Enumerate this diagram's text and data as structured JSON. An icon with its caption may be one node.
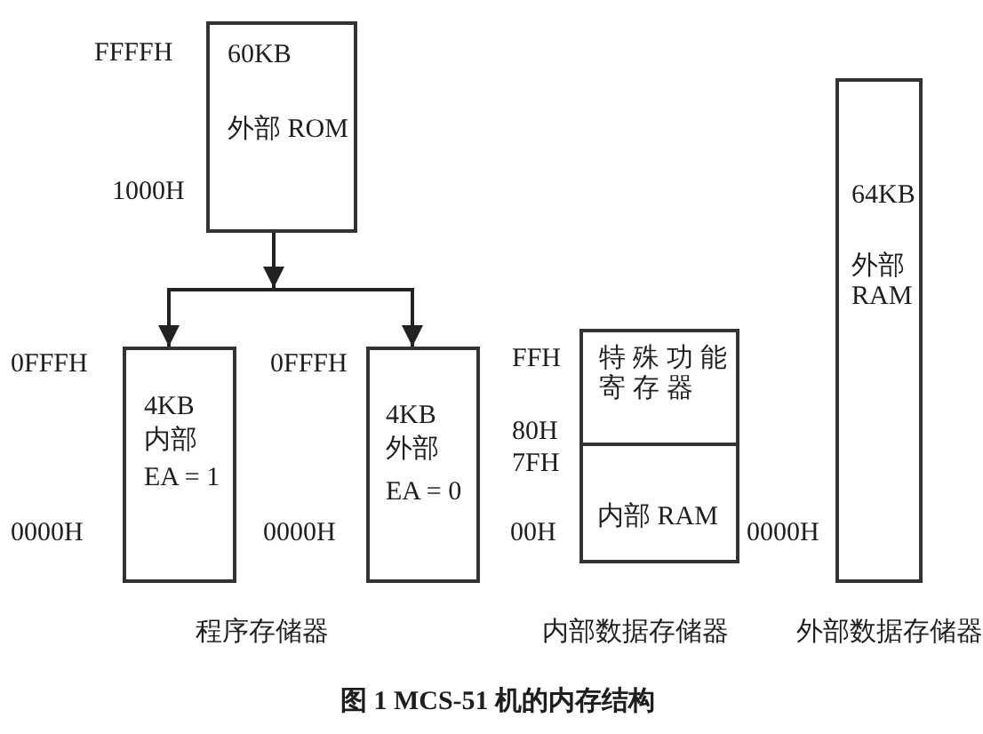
{
  "diagram": {
    "caption": "图 1 MCS-51 机的内存结构",
    "nodes": [
      {
        "text": [
          "60KB",
          "外部 ROM"
        ]
      },
      {
        "text": [
          "4KB",
          "内部",
          "EA = 1"
        ]
      },
      {
        "text": [
          "4KB",
          "外部",
          "EA = 0"
        ]
      },
      {
        "text": [
          "特殊功能寄存器"
        ]
      },
      {
        "text": [
          "内部 RAM"
        ]
      },
      {
        "text": [
          "64KB",
          "外部 RAM"
        ]
      }
    ],
    "edges": [
      {
        "from": 0,
        "to": 1,
        "arrow": "to"
      },
      {
        "from": 0,
        "to": 2,
        "arrow": "to"
      }
    ],
    "labels": [
      "FFFFH",
      "1000H",
      "0FFFH",
      "0FFFH",
      "FFH",
      "80H",
      "7FH",
      "0000H",
      "0000H",
      "00H",
      "0000H",
      "程序存储器",
      "内部数据存储器",
      "外部数据存储器"
    ]
  }
}
